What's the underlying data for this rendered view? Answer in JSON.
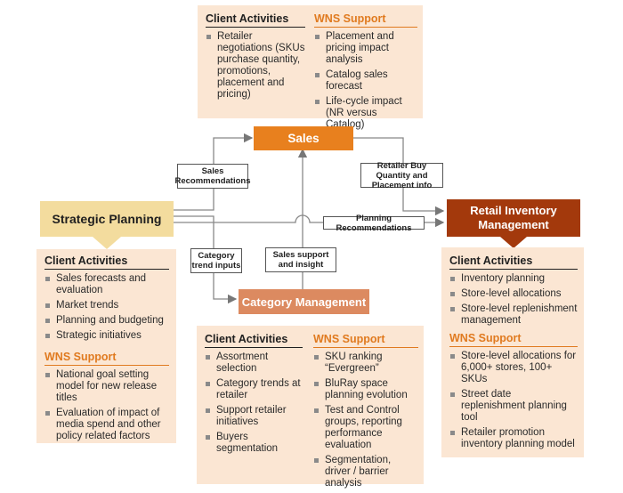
{
  "sales": {
    "title": "Sales",
    "client_header": "Client Activities",
    "client_items": [
      "Retailer negotiations (SKUs purchase quantity, promotions, placement and pricing)"
    ],
    "wns_header": "WNS Support",
    "wns_items": [
      "Placement and pricing impact analysis",
      "Catalog sales forecast",
      "Life-cycle impact (NR versus Catalog)"
    ]
  },
  "strategic": {
    "title": "Strategic Planning",
    "client_header": "Client Activities",
    "client_items": [
      "Sales forecasts and evaluation",
      "Market trends",
      "Planning and budgeting",
      "Strategic initiatives"
    ],
    "wns_header": "WNS Support",
    "wns_items": [
      "National goal setting model for new release titles",
      "Evaluation of impact of media spend and other policy related factors"
    ]
  },
  "category": {
    "title": "Category Management",
    "client_header": "Client Activities",
    "client_items": [
      "Assortment selection",
      "Category trends at retailer",
      "Support retailer initiatives",
      "Buyers segmentation"
    ],
    "wns_header": "WNS Support",
    "wns_items": [
      "SKU ranking “Evergreen”",
      "BluRay space planning evolution",
      "Test and Control groups, reporting performance evaluation",
      "Segmentation, driver / barrier analysis"
    ]
  },
  "retail": {
    "title": "Retail Inventory Management",
    "client_header": "Client Activities",
    "client_items": [
      "Inventory planning",
      "Store-level allocations",
      "Store-level replenishment management"
    ],
    "wns_header": "WNS Support",
    "wns_items": [
      "Store-level allocations for 6,000+ stores, 100+ SKUs",
      "Street date replenishment planning tool",
      "Retailer promotion inventory planning model"
    ]
  },
  "flows": {
    "sales_recommendations": "Sales Recommendations",
    "retailer_buy": "Retailer Buy Quantity and Placement info",
    "planning_recommendations": "Planning Recommendations",
    "category_trend": "Category trend inputs",
    "sales_support": "Sales support and insight"
  },
  "colors": {
    "sales_box": "#e8801e",
    "category_box": "#dc8a60",
    "retail_box": "#a3390c",
    "strategic_box": "#f3dc9e",
    "panel": "#fbe6d3",
    "wns_accent": "#e07a1f"
  }
}
